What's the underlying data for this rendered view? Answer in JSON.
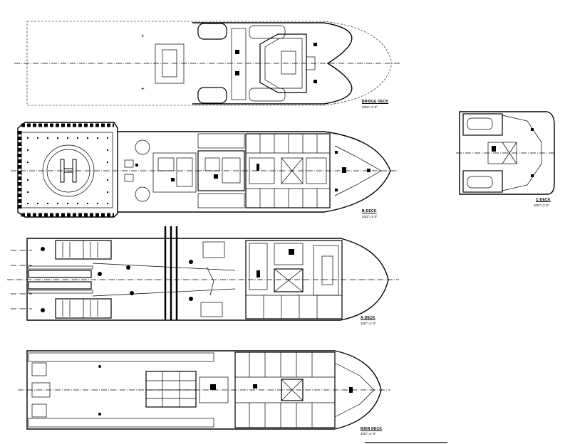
{
  "drawing": {
    "decks": [
      {
        "name": "BRIDGE DECK",
        "scale": "3/32\"=1'-0\""
      },
      {
        "name": "B-DECK",
        "scale": "3/32\"=1'-0\""
      },
      {
        "name": "C-DECK",
        "scale": "3/32\"=1'-0\""
      },
      {
        "name": "A-DECK",
        "scale": "3/32\"=1'-0\""
      },
      {
        "name": "MAIN DECK",
        "scale": "3/32\"=1'-0\""
      }
    ],
    "helipad_marking": "H"
  }
}
